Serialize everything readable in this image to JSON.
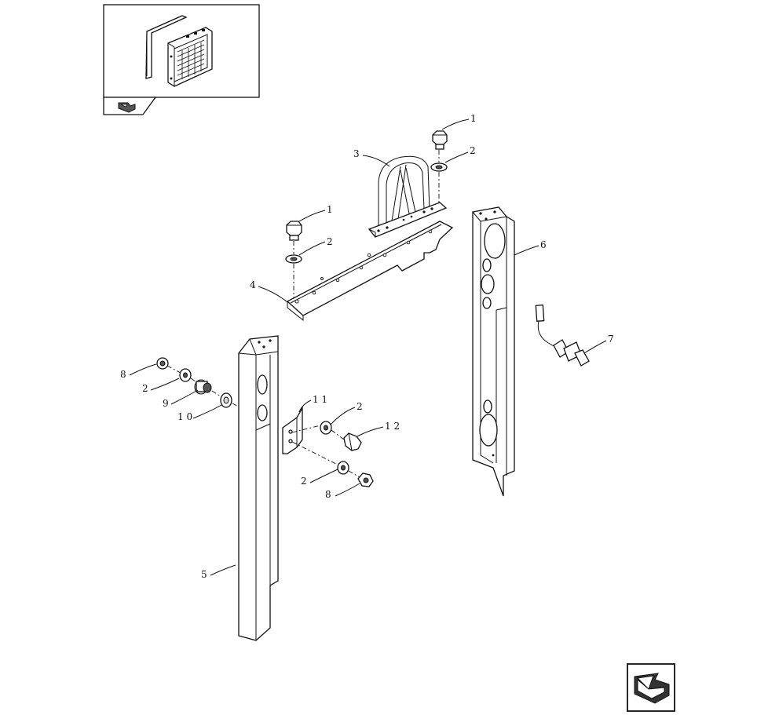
{
  "diagram": {
    "callouts": [
      {
        "id": "c1a",
        "label": "1",
        "part": "bolt-upper"
      },
      {
        "id": "c2a",
        "label": "2",
        "part": "washer-upper"
      },
      {
        "id": "c3",
        "label": "3",
        "part": "handle"
      },
      {
        "id": "c1b",
        "label": "1",
        "part": "bolt-left"
      },
      {
        "id": "c2b",
        "label": "2",
        "part": "washer-left"
      },
      {
        "id": "c4",
        "label": "4",
        "part": "bracket-plate"
      },
      {
        "id": "c6",
        "label": "6",
        "part": "right-post"
      },
      {
        "id": "c7",
        "label": "7",
        "part": "sensor"
      },
      {
        "id": "c8a",
        "label": "8",
        "part": "nut-left"
      },
      {
        "id": "c2c",
        "label": "2",
        "part": "washer-mid"
      },
      {
        "id": "c9",
        "label": "9",
        "part": "damper"
      },
      {
        "id": "c10",
        "label": "1 0",
        "part": "spacer"
      },
      {
        "id": "c11",
        "label": "1 1",
        "part": "hinge-bracket"
      },
      {
        "id": "c2d",
        "label": "2",
        "part": "washer-hinge"
      },
      {
        "id": "c12",
        "label": "1 2",
        "part": "screw"
      },
      {
        "id": "c2e",
        "label": "2",
        "part": "washer-lower"
      },
      {
        "id": "c8b",
        "label": "8",
        "part": "nut-lower"
      },
      {
        "id": "c5",
        "label": "5",
        "part": "left-post"
      }
    ]
  },
  "thumbnail": {
    "icon": "assembly-thumbnail"
  },
  "nav": {
    "prev_icon": "back-arrow-icon",
    "next_icon": "forward-arrow-icon"
  }
}
